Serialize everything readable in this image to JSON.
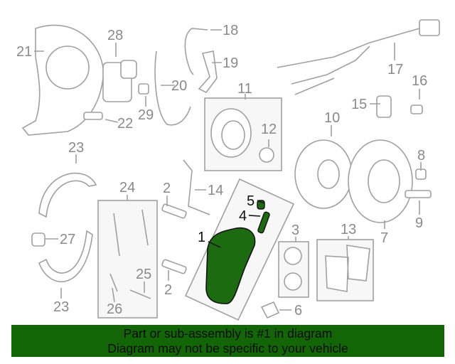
{
  "diagram": {
    "callouts": [
      {
        "number": "21"
      },
      {
        "number": "28"
      },
      {
        "number": "18"
      },
      {
        "number": "19"
      },
      {
        "number": "20"
      },
      {
        "number": "29"
      },
      {
        "number": "22"
      },
      {
        "number": "11"
      },
      {
        "number": "12"
      },
      {
        "number": "10"
      },
      {
        "number": "17"
      },
      {
        "number": "16"
      },
      {
        "number": "15"
      },
      {
        "number": "8"
      },
      {
        "number": "9"
      },
      {
        "number": "7"
      },
      {
        "number": "23"
      },
      {
        "number": "24"
      },
      {
        "number": "2"
      },
      {
        "number": "14"
      },
      {
        "number": "5"
      },
      {
        "number": "4"
      },
      {
        "number": "1"
      },
      {
        "number": "3"
      },
      {
        "number": "13"
      },
      {
        "number": "27"
      },
      {
        "number": "25"
      },
      {
        "number": "2"
      },
      {
        "number": "26"
      },
      {
        "number": "23"
      },
      {
        "number": "6"
      }
    ],
    "highlight_color": "#1c6b10",
    "highlighted_part": "1"
  },
  "banner": {
    "line1": "Part or sub-assembly is #1 in diagram",
    "line2": "Diagram may not be specific to your vehicle",
    "color": "#136606"
  }
}
